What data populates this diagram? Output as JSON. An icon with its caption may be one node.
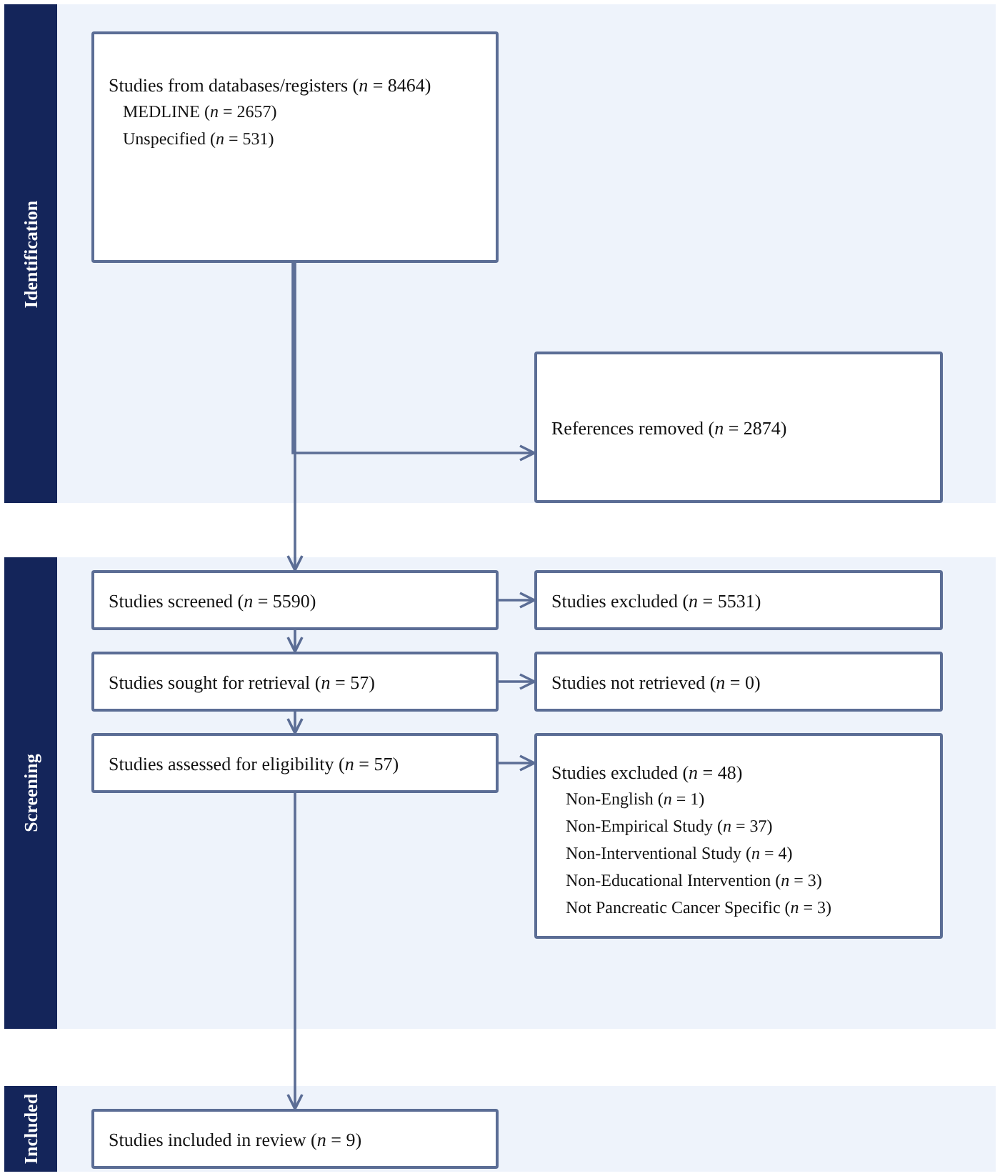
{
  "diagram": {
    "nodes": [
      {
        "text": [
          "Identification"
        ]
      },
      {
        "text": [
          "Studies from databases/registers (*n* = 8464)",
          "MEDLINE (*n* = 2657)",
          "Unspecified (*n* = 531)"
        ],
        "in": 0
      },
      {
        "text": [
          "References removed (*n* = 2874)"
        ],
        "in": 0
      },
      {
        "text": [
          "Screening"
        ]
      },
      {
        "text": [
          "Studies screened (*n* = 5590)"
        ],
        "in": 3
      },
      {
        "text": [
          "Studies excluded (*n* = 5531)"
        ],
        "in": 3
      },
      {
        "text": [
          "Studies sought for retrieval (*n* = 57)"
        ],
        "in": 3
      },
      {
        "text": [
          "Studies not retrieved (*n* = 0)"
        ],
        "in": 3
      },
      {
        "text": [
          "Studies assessed for eligibility (*n* = 57)"
        ],
        "in": 3
      },
      {
        "text": [
          "Studies excluded (*n* = 48)",
          "Non-English (*n* = 1)",
          "Non-Empirical Study (*n* = 37)",
          "Non-Interventional Study (*n* = 4)",
          "Non-Educational Intervention (*n* = 3)",
          "Not Pancreatic Cancer Specific (*n* = 3)"
        ],
        "in": 3
      },
      {
        "text": [
          "Included"
        ]
      },
      {
        "text": [
          "Studies included in review (*n* = 9)"
        ],
        "in": 10
      }
    ],
    "edges": [
      {
        "from": 1,
        "to": 4,
        "arrow": "to"
      },
      {
        "from": 1,
        "to": 2,
        "arrow": "to"
      },
      {
        "from": 4,
        "to": 5,
        "arrow": "to"
      },
      {
        "from": 4,
        "to": 6,
        "arrow": "to"
      },
      {
        "from": 6,
        "to": 7,
        "arrow": "to"
      },
      {
        "from": 6,
        "to": 8,
        "arrow": "to"
      },
      {
        "from": 8,
        "to": 9,
        "arrow": "to"
      },
      {
        "from": 8,
        "to": 11,
        "arrow": "to"
      }
    ]
  }
}
